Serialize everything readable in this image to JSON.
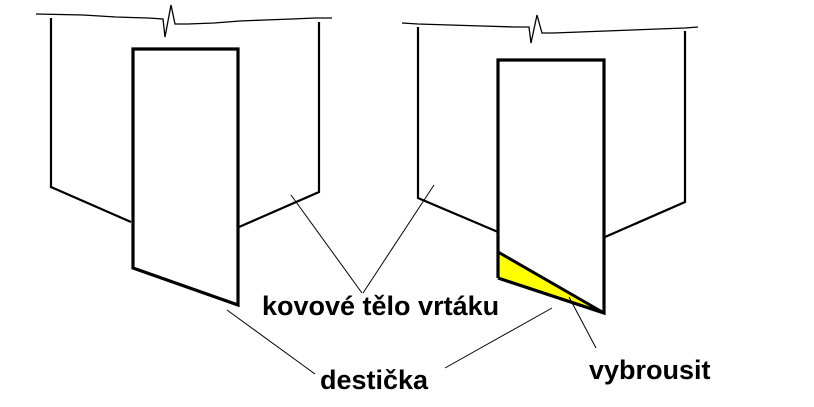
{
  "diagram": {
    "type": "drill-insert-sketch",
    "colors": {
      "background": "#ffffff",
      "stroke": "#000000",
      "highlight": "#ffff00"
    },
    "labels": {
      "body": "kovové tělo vrtáku",
      "insert": "destička",
      "grind": "vybrousit"
    },
    "figures": [
      {
        "name": "left-drill",
        "highlighted_region": false
      },
      {
        "name": "right-drill",
        "highlighted_region": true
      }
    ]
  }
}
